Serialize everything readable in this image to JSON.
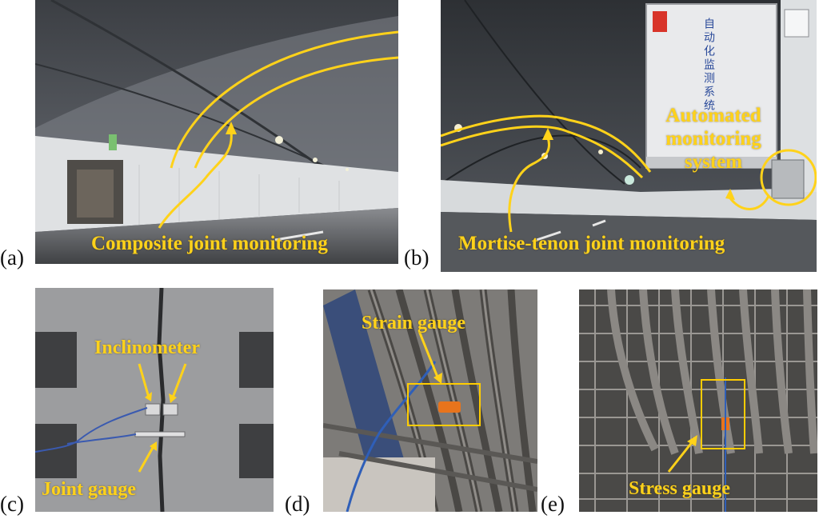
{
  "panels": {
    "a": {
      "label": "(a)",
      "caption": "Composite joint monitoring"
    },
    "b": {
      "label": "(b)",
      "caption": "Mortise-tenon joint monitoring",
      "system_caption": [
        "Automated",
        "monitoring",
        "system"
      ],
      "cabinet_text": "自动化监测系统"
    },
    "c": {
      "label": "(c)",
      "caption_top": "Inclinometer",
      "caption_bottom": "Joint gauge"
    },
    "d": {
      "label": "(d)",
      "caption": "Strain gauge"
    },
    "e": {
      "label": "(e)",
      "caption": "Stress gauge"
    }
  },
  "colors": {
    "annotation": "#ffd21a",
    "box": "#ffcc00"
  }
}
